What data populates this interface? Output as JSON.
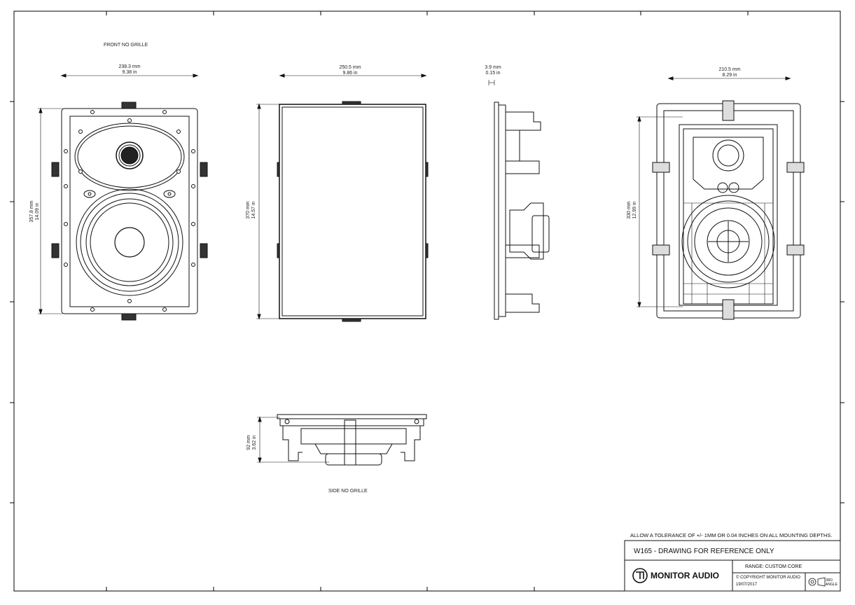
{
  "views": {
    "front": {
      "title": "FRONT NO GRILLE",
      "width_mm": "238.3 mm",
      "width_in": "9.38 in",
      "height_mm": "357.8 mm",
      "height_in": "14.09 in"
    },
    "grille": {
      "width_mm": "250.5 mm",
      "width_in": "9.86 in",
      "height_mm": "370 mm",
      "height_in": "14.57 in"
    },
    "profile": {
      "depth_mm": "3.9 mm",
      "depth_in": "0.15 in"
    },
    "rear": {
      "width_mm": "210.5 mm",
      "width_in": "8.29 in",
      "height_mm": "330 mm",
      "height_in": "12.99 in"
    },
    "side": {
      "title": "SIDE NO GRILLE",
      "depth_mm": "92 mm",
      "depth_in": "3.62 in"
    }
  },
  "tolerance_note": "ALLOW A TOLERANCE OF +/- 1MM OR 0.04 INCHES ON ALL MOUNTING DEPTHS.",
  "title_block": {
    "title": "W165 - DRAWING FOR REFERENCE ONLY",
    "brand": "MONITOR AUDIO",
    "range": "RANGE: CUSTOM CORE",
    "copyright": "© COPYRIGHT MONITOR AUDIO",
    "date": "19/07/2017",
    "projection": "3RD ANGLE"
  }
}
